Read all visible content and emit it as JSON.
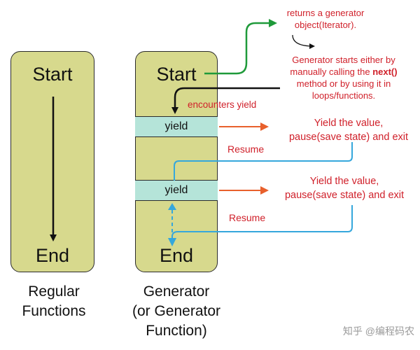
{
  "regular": {
    "start": "Start",
    "end": "End",
    "caption_line1": "Regular",
    "caption_line2": "Functions"
  },
  "generator": {
    "start": "Start",
    "end": "End",
    "yield1": "yield",
    "yield2": "yield",
    "caption_line1": "Generator",
    "caption_line2": "(or Generator",
    "caption_line3": "Function)"
  },
  "annotations": {
    "returns_line1": "returns a generator",
    "returns_line2": "object(Iterator).",
    "starts_line1": "Generator starts either by",
    "starts_line2_pre": "manually calling the ",
    "starts_line2_bold": "next()",
    "starts_line3": "method or by using it in",
    "starts_line4": "loops/functions.",
    "encounters": "encounters yield",
    "yield1_line1": "Yield the value,",
    "yield1_line2": "pause(save state) and exit",
    "resume1": "Resume",
    "yield2_line1": "Yield the value,",
    "yield2_line2": "pause(save state) and exit",
    "resume2": "Resume"
  },
  "watermark": "知乎 @编程码农",
  "colors": {
    "column_fill": "#d7d98d",
    "yield_fill": "#b5e4d9",
    "green_arrow": "#1f9a3a",
    "orange_arrow": "#e8602c",
    "blue_arrow": "#35a7dc",
    "red_text": "#d0202a"
  }
}
